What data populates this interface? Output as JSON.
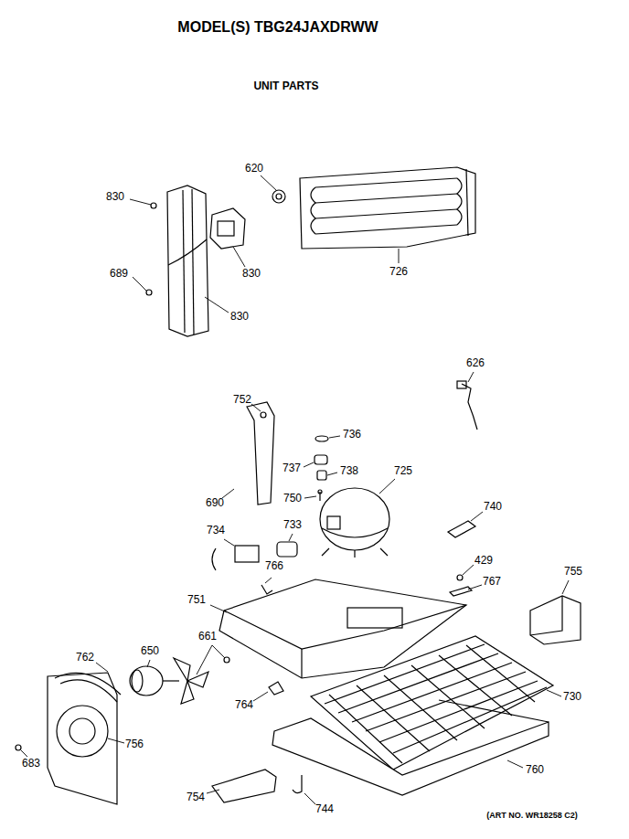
{
  "diagram": {
    "title": "MODEL(S) TBG24JAXDRWW",
    "labels": [
      "UNIT PARTS",
      "620",
      "830",
      "830",
      "689",
      "726",
      "830",
      "626",
      "752",
      "736",
      "737",
      "738",
      "725",
      "750",
      "690",
      "740",
      "733",
      "734",
      "429",
      "766",
      "755",
      "767",
      "751",
      "661",
      "650",
      "762",
      "730",
      "764",
      "756",
      "683",
      "760",
      "754",
      "744",
      "(ART NO. WR18258 C2)"
    ]
  }
}
